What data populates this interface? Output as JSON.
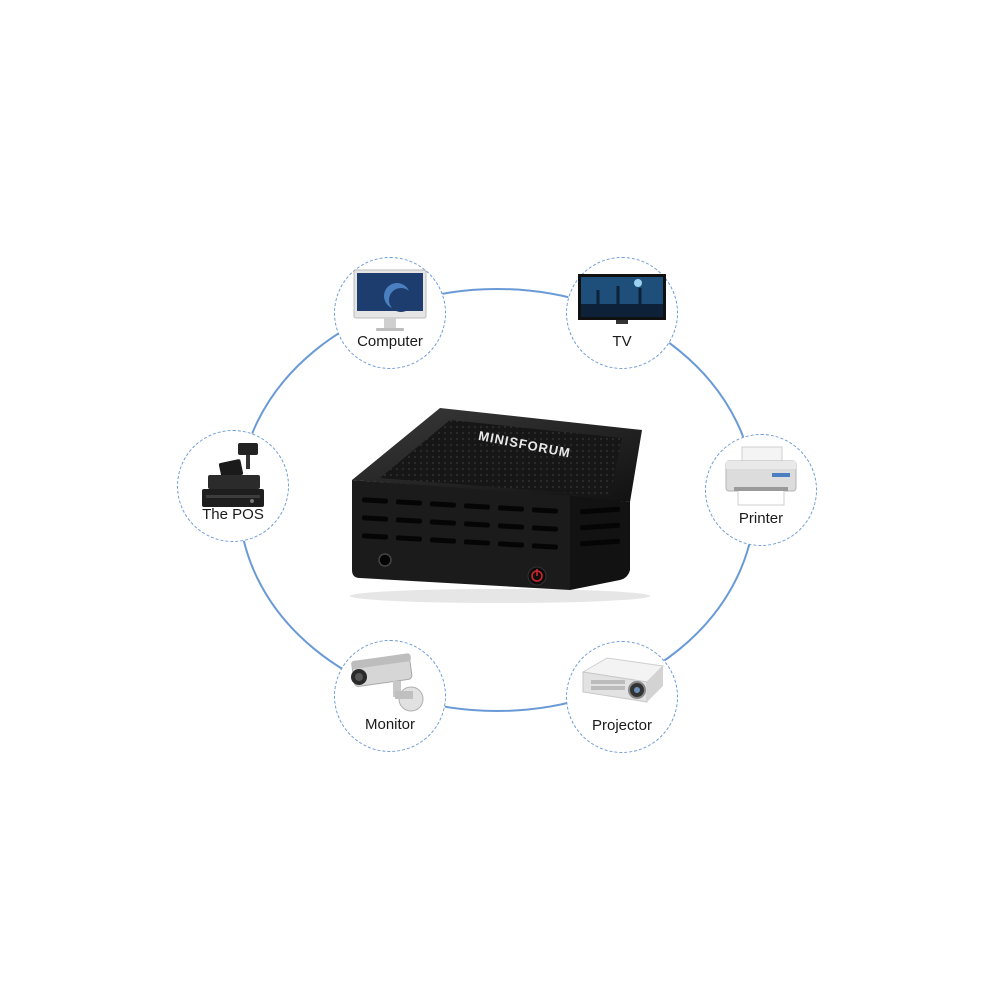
{
  "devices": [
    {
      "id": "computer",
      "label": "Computer",
      "icon": "computer-icon"
    },
    {
      "id": "tv",
      "label": "TV",
      "icon": "tv-icon"
    },
    {
      "id": "printer",
      "label": "Printer",
      "icon": "printer-icon"
    },
    {
      "id": "projector",
      "label": "Projector",
      "icon": "projector-icon"
    },
    {
      "id": "monitor",
      "label": "Monitor",
      "icon": "security-camera-icon"
    },
    {
      "id": "pos",
      "label": "The POS",
      "icon": "cash-register-icon"
    }
  ],
  "product": {
    "brand": "MINISFORUM",
    "icon": "mini-pc-icon"
  },
  "colors": {
    "ring": "#6a9ad6",
    "case": "#1b1b1b",
    "power": "#d0242b"
  }
}
